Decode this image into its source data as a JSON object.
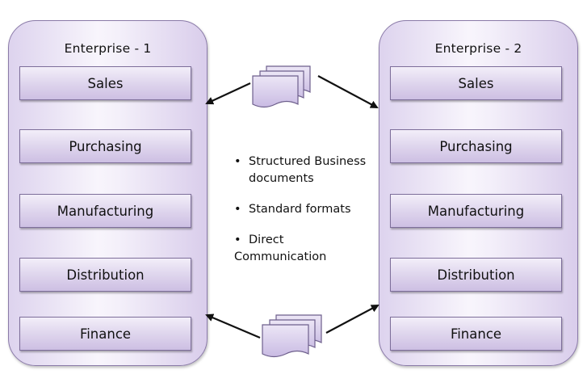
{
  "enterprises": [
    {
      "title": "Enterprise - 1",
      "departments": [
        "Sales",
        "Purchasing",
        "Manufacturing",
        "Distribution",
        "Finance"
      ]
    },
    {
      "title": "Enterprise - 2",
      "departments": [
        "Sales",
        "Purchasing",
        "Manufacturing",
        "Distribution",
        "Finance"
      ]
    }
  ],
  "bullets": [
    "Structured Business documents",
    "Standard formats",
    "Direct Communication"
  ],
  "bullet_symbol": "•",
  "colors": {
    "container_border": "#8a7aa8",
    "box_fill": "#ddd3ec",
    "doc_fill": "#d4c8ea"
  }
}
